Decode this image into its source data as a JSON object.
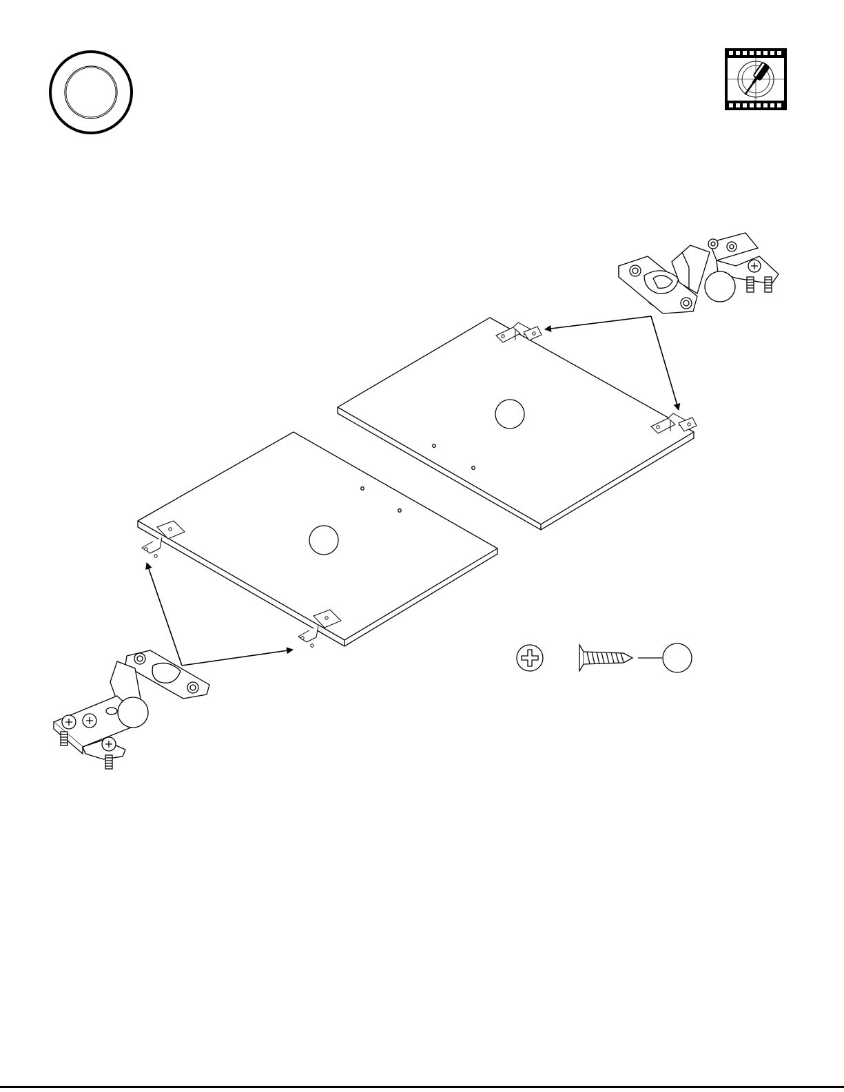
{
  "page": {
    "background_color": "#ffffff",
    "line_color": "#000000"
  },
  "step_badge": {
    "icon": "step-number-ring",
    "number_text": ""
  },
  "video_icon": {
    "icon": "film-strip-screwdriver-icon"
  },
  "panels": [
    {
      "name": "door-panel-right",
      "callout_text": ""
    },
    {
      "name": "door-panel-left",
      "callout_text": ""
    }
  ],
  "hinges": [
    {
      "name": "hinge-detail-top-right",
      "callout_text": ""
    },
    {
      "name": "hinge-detail-bottom-left",
      "callout_text": ""
    }
  ],
  "hardware": {
    "screw_head_icon": "phillips-head-icon",
    "screw_icon": "flat-head-wood-screw-icon",
    "callout_text": ""
  }
}
